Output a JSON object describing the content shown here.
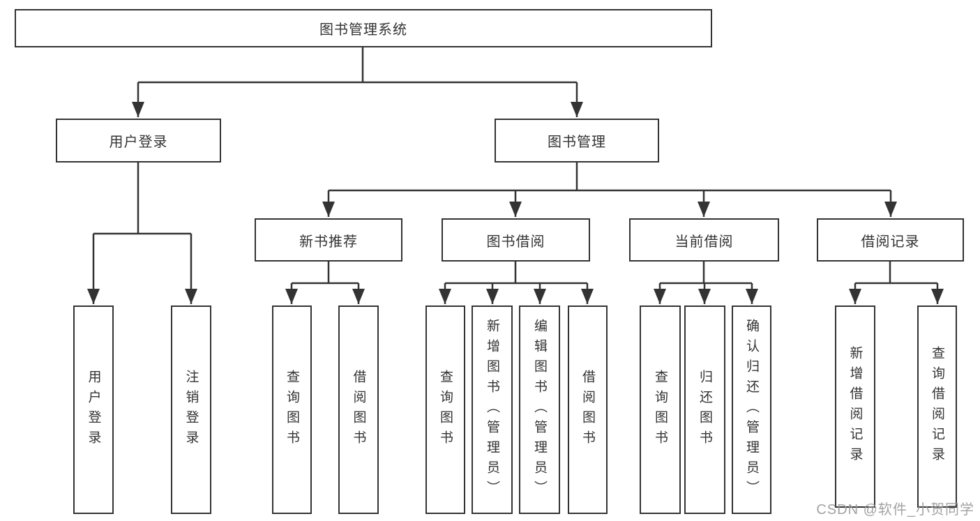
{
  "nodes": {
    "root": {
      "label": "图书管理系统"
    },
    "user_login": {
      "label": "用户登录"
    },
    "book_mgmt": {
      "label": "图书管理"
    },
    "new_book_rec": {
      "label": "新书推荐"
    },
    "book_borrow": {
      "label": "图书借阅"
    },
    "current_borrow": {
      "label": "当前借阅"
    },
    "borrow_record": {
      "label": "借阅记录"
    },
    "leaf_user_login": {
      "label": "用户登录"
    },
    "leaf_logout": {
      "label": "注销登录"
    },
    "leaf_rec_query_book": {
      "label": "查询图书"
    },
    "leaf_rec_borrow_book": {
      "label": "借阅图书"
    },
    "leaf_bb_query_book": {
      "label": "查询图书"
    },
    "leaf_bb_add_book": {
      "label": "新增图书（管理员）"
    },
    "leaf_bb_edit_book": {
      "label": "编辑图书（管理员）"
    },
    "leaf_bb_borrow_book": {
      "label": "借阅图书"
    },
    "leaf_cb_query_book": {
      "label": "查询图书"
    },
    "leaf_cb_return_book": {
      "label": "归还图书"
    },
    "leaf_cb_confirm_return": {
      "label": "确认归还（管理员）"
    },
    "leaf_br_add_record": {
      "label": "新增借阅记录"
    },
    "leaf_br_query_record": {
      "label": "查询借阅记录"
    }
  },
  "watermark": {
    "text": "CSDN @软件_小贺同学"
  },
  "colors": {
    "line": "#333333",
    "text": "#333333",
    "watermark": "#9b9b9b",
    "background": "#ffffff"
  }
}
